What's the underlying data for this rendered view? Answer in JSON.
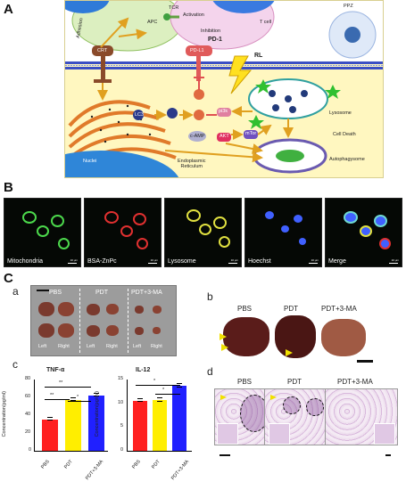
{
  "panel_a": {
    "letter": "A",
    "labels": {
      "apc": "APC",
      "tcr": "TCR",
      "tcell": "T cell",
      "ppz": "PPZ",
      "crt": "CRT",
      "pdl1": "PD-L1",
      "pd1": "PD-1",
      "rl": "RL",
      "lysosome": "Lysosome",
      "cell_death": "Cell Death",
      "autophagosome": "Autophagysome",
      "er": "Endoplasmic\nReticulum",
      "nuclei": "Nuclei",
      "adhesion": "Adhesion",
      "activation": "Activation",
      "inhibition": "Inhibition",
      "lc3": "LC3",
      "mtor": "mTor",
      "akt": "AKT",
      "pi3k": "pi3k",
      "camp": "c-AMP"
    },
    "colors": {
      "background": "#fff7c0",
      "membrane": "#3b4fc4",
      "er": "#e07a2a",
      "arrow": "#e0a020",
      "inhibit": "#e05050"
    }
  },
  "panel_b": {
    "letter": "B",
    "images": [
      {
        "label": "Mitochondria",
        "color": "#4cd84c",
        "scale": "10 μm"
      },
      {
        "label": "BSA-ZnPc",
        "color": "#e03030",
        "scale": "10 μm"
      },
      {
        "label": "Lysosome",
        "color": "#e0e040",
        "scale": "10 μm"
      },
      {
        "label": "Hoechst",
        "color": "#4060ff",
        "scale": "10 μm"
      },
      {
        "label": "Merge",
        "color": "#6fd8d0",
        "scale": "10 μm"
      }
    ]
  },
  "panel_c": {
    "letter": "C",
    "a": {
      "letter": "a",
      "groups": [
        "PBS",
        "PDT",
        "PDT+3-MA"
      ],
      "sides": [
        "Left",
        "Right",
        "Left",
        "Right",
        "Left",
        "Right"
      ]
    },
    "b": {
      "letter": "b",
      "groups": [
        "PBS",
        "PDT",
        "PDT+3-MA"
      ]
    },
    "c_letter": "c",
    "d": {
      "letter": "d",
      "groups": [
        "PBS",
        "PDT",
        "PDT+3-MA"
      ]
    }
  },
  "chart_data": [
    {
      "type": "bar",
      "title": "TNF-α",
      "ylabel": "Concentration(pg/ml)",
      "categories": [
        "PBS",
        "PDT",
        "PDT+3-MA"
      ],
      "values": [
        35,
        57,
        62
      ],
      "errors": [
        1,
        1,
        1
      ],
      "colors": [
        "#ff2020",
        "#ffee00",
        "#2020ff"
      ],
      "ylim": [
        0,
        80
      ],
      "yticks": [
        "0",
        "20",
        "40",
        "60",
        "80"
      ],
      "significance": [
        "**",
        "**",
        "*"
      ]
    },
    {
      "type": "bar",
      "title": "IL-12",
      "ylabel": "Concentration(pg/ml)",
      "categories": [
        "PBS",
        "PDT",
        "PDT+3-MA"
      ],
      "values": [
        10.5,
        10.6,
        13.6
      ],
      "errors": [
        0.2,
        0.2,
        0.3
      ],
      "colors": [
        "#ff2020",
        "#ffee00",
        "#2020ff"
      ],
      "ylim": [
        0,
        15
      ],
      "yticks": [
        "0",
        "5",
        "10",
        "15"
      ],
      "significance": [
        "*",
        "*"
      ]
    }
  ]
}
